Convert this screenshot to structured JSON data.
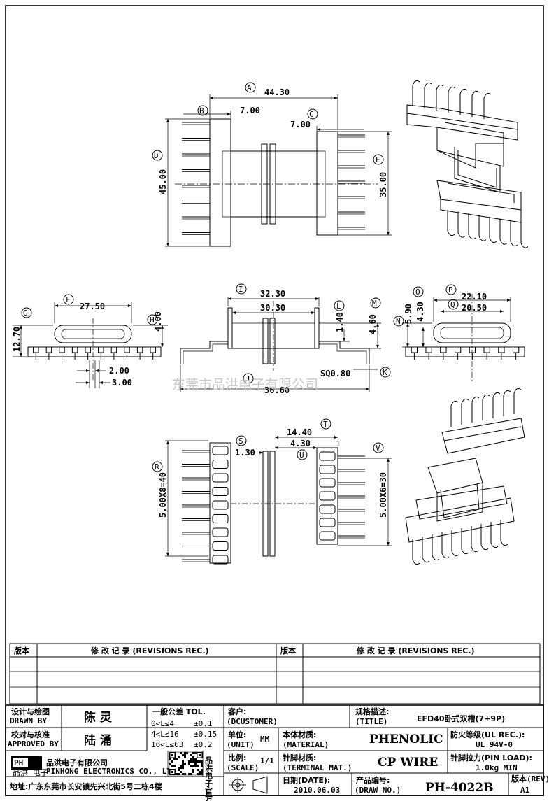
{
  "watermark": "东莞市品洪电子有限公司",
  "dims": {
    "A": "44.30",
    "B": "7.00",
    "C": "7.00",
    "D": "45.00",
    "E": "35.00",
    "F": "27.50",
    "H": "4.00",
    "G": "12.70",
    "pin_w": "2.00",
    "pin_p": "3.00",
    "I": "32.30",
    "I2": "30.30",
    "L": "1.40",
    "M": "4.60",
    "J": "36.60",
    "K": "SQ0.80",
    "N": "5.90",
    "O": "4.30",
    "P": "22.10",
    "Q": "20.50",
    "R": "5.00X8=40",
    "S": "1.30",
    "T": "14.40",
    "U": "4.30",
    "V": "5.00X6=30"
  },
  "pin_number": "1",
  "revisions": {
    "col_ver": "版本",
    "col_rec": "修 改 记 录 (REVISIONS REC.)"
  },
  "title_block": {
    "design_cn": "设计与绘图",
    "design_en": "DRAWN BY",
    "designer": "陈 灵",
    "check_cn": "校对与核准",
    "check_en": "APPROVED BY",
    "checker": "陆 涌",
    "tol_title": "一般公差 TOL.",
    "tol1_range": "0<L≤4",
    "tol1_val": "±0.1",
    "tol2_range": "4<L≤16",
    "tol2_val": "±0.15",
    "tol3_range": "16<L≤63",
    "tol3_val": "±0.2",
    "customer_cn": "客户:",
    "customer_en": "(DCUSTOMER)",
    "unit_cn": "单位:",
    "unit_en": "(UNIT)",
    "unit": "MM",
    "scale_cn": "比例:",
    "scale_en": "(SCALE)",
    "scale": "1/1",
    "title_cn": "规格描述:",
    "title_en": "(TITLE)",
    "title": "EFD40卧式双槽(7+9P)",
    "material_cn": "本体材质:",
    "material_en": "(MATERIAL)",
    "material": "PHENOLIC",
    "fire_cn": "防火等级(UL REC.):",
    "fire": "UL 94V-0",
    "terminal_cn": "针脚材质:",
    "terminal_en": "(TERMINAL MAT.)",
    "terminal": "CP WIRE",
    "pinload_cn": "针脚拉力(PIN LOAD):",
    "pinload": "1.0kg MIN",
    "date_cn": "日期(DATE):",
    "date": "2010.06.03",
    "drawno_cn": "产品编号:",
    "drawno_en": "(DRAW NO.)",
    "drawno": "PH-4022B",
    "rev_cn": "版本(REV):",
    "rev": "A1",
    "company_logo": "PH",
    "company_logo_sub": "品洪 电子",
    "company_cn": "品洪电子有限公司",
    "company_en": "PINHONG ELECTRONICS CO., LTD.",
    "qr_label": "品洪电子官方微信",
    "address": "地址:广东东莞市长安镇先兴北街5号二栋4楼"
  }
}
